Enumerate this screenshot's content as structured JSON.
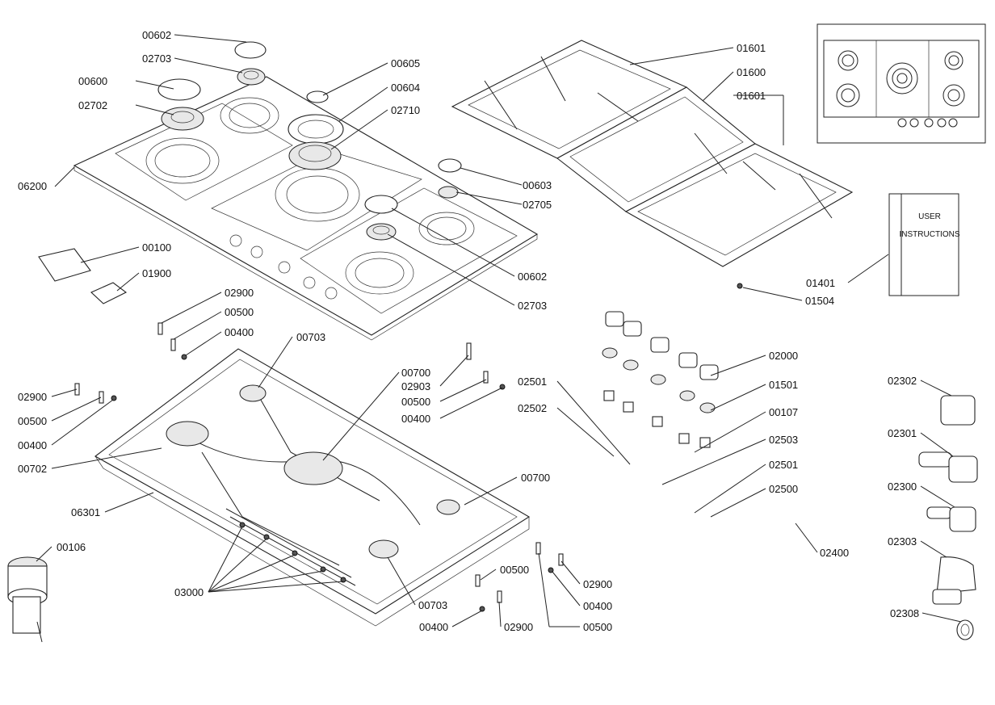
{
  "labels": {
    "l00602a": "00602",
    "l02703a": "02703",
    "l00600": "00600",
    "l02702": "02702",
    "l00605": "00605",
    "l00604": "00604",
    "l02710": "02710",
    "l06200": "06200",
    "l00603": "00603",
    "l02705": "02705",
    "l00602b": "00602",
    "l02703b": "02703",
    "l00100": "00100",
    "l01900": "01900",
    "l02900a": "02900",
    "l00500a": "00500",
    "l00400a": "00400",
    "l00703a": "00703",
    "l02900b": "02900",
    "l00500b": "00500",
    "l00400b": "00400",
    "l00702": "00702",
    "l06301": "06301",
    "l00700a": "00700",
    "l02903": "02903",
    "l00500c": "00500",
    "l00400c": "00400",
    "l00700b": "00700",
    "l00106": "00106",
    "l03000": "03000",
    "l00703b": "00703",
    "l00500d": "00500",
    "l00400d": "00400",
    "l02900c": "02900",
    "l02900d": "02900",
    "l00400e": "00400",
    "l00500e": "00500",
    "l01601a": "01601",
    "l01600": "01600",
    "l01601b": "01601",
    "l01401": "01401",
    "l01504": "01504",
    "l02000": "02000",
    "l02501a": "02501",
    "l02502": "02502",
    "l01501": "01501",
    "l00107": "00107",
    "l02503": "02503",
    "l02501b": "02501",
    "l02500": "02500",
    "l02400": "02400",
    "l02302": "02302",
    "l02301": "02301",
    "l02300": "02300",
    "l02303": "02303",
    "l02308": "02308"
  },
  "manual": {
    "line1": "USER",
    "line2": "INSTRUCTIONS"
  }
}
